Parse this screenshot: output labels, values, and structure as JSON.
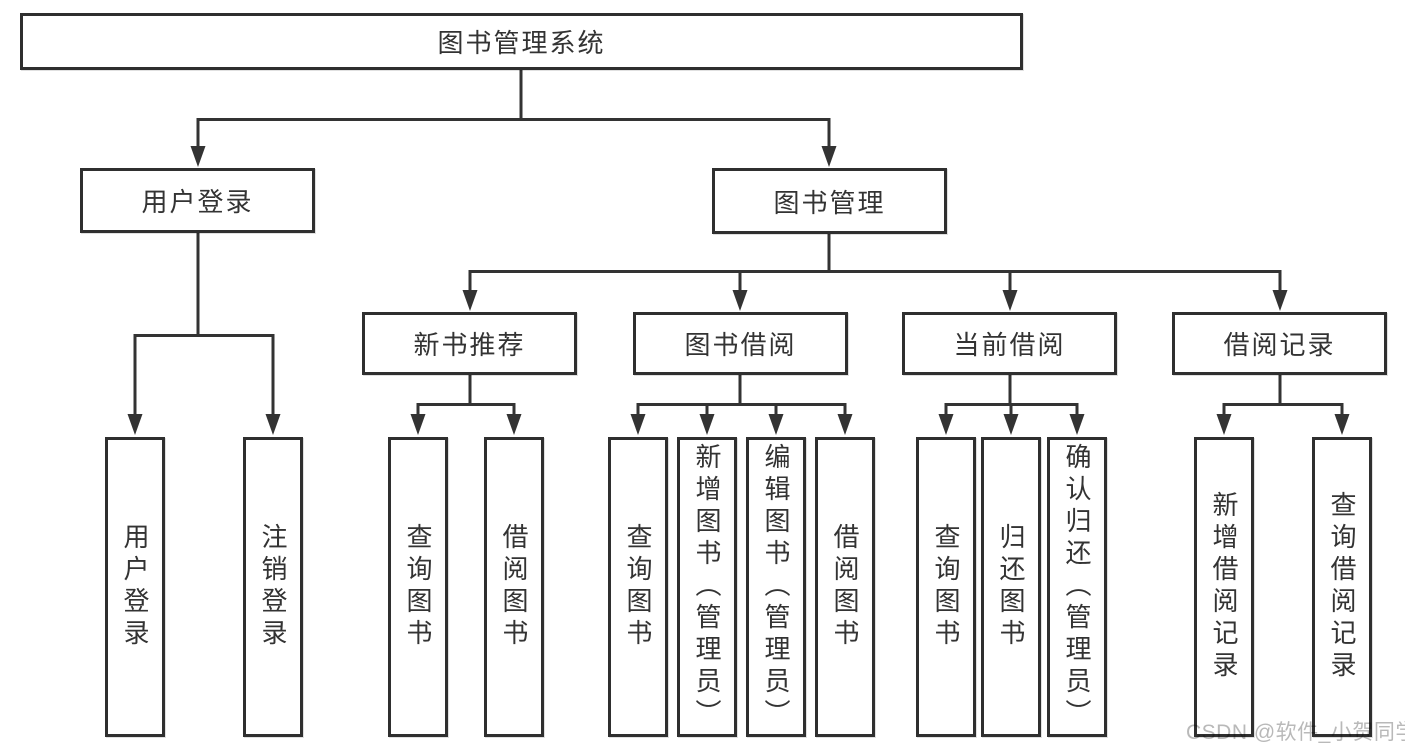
{
  "diagram": {
    "root": {
      "label": "图书管理系统"
    },
    "branches": [
      {
        "label": "用户登录",
        "children": [
          {
            "label": "用户登录"
          },
          {
            "label": "注销登录"
          }
        ]
      },
      {
        "label": "图书管理",
        "modules": [
          {
            "label": "新书推荐",
            "children": [
              {
                "label": "查询图书"
              },
              {
                "label": "借阅图书"
              }
            ]
          },
          {
            "label": "图书借阅",
            "children": [
              {
                "label": "查询图书"
              },
              {
                "label": "新增图书（管理员）"
              },
              {
                "label": "编辑图书（管理员）"
              },
              {
                "label": "借阅图书"
              }
            ]
          },
          {
            "label": "当前借阅",
            "children": [
              {
                "label": "查询图书"
              },
              {
                "label": "归还图书"
              },
              {
                "label": "确认归还（管理员）"
              }
            ]
          },
          {
            "label": "借阅记录",
            "children": [
              {
                "label": "新增借阅记录"
              },
              {
                "label": "查询借阅记录"
              }
            ]
          }
        ]
      }
    ],
    "colors": {
      "line": "#333333",
      "box_border": "#2f2f2f",
      "box_background": "#ffffff",
      "text": "#333333",
      "watermark": "#b9b9b9"
    },
    "watermark": "CSDN @软件_小贺同学"
  }
}
